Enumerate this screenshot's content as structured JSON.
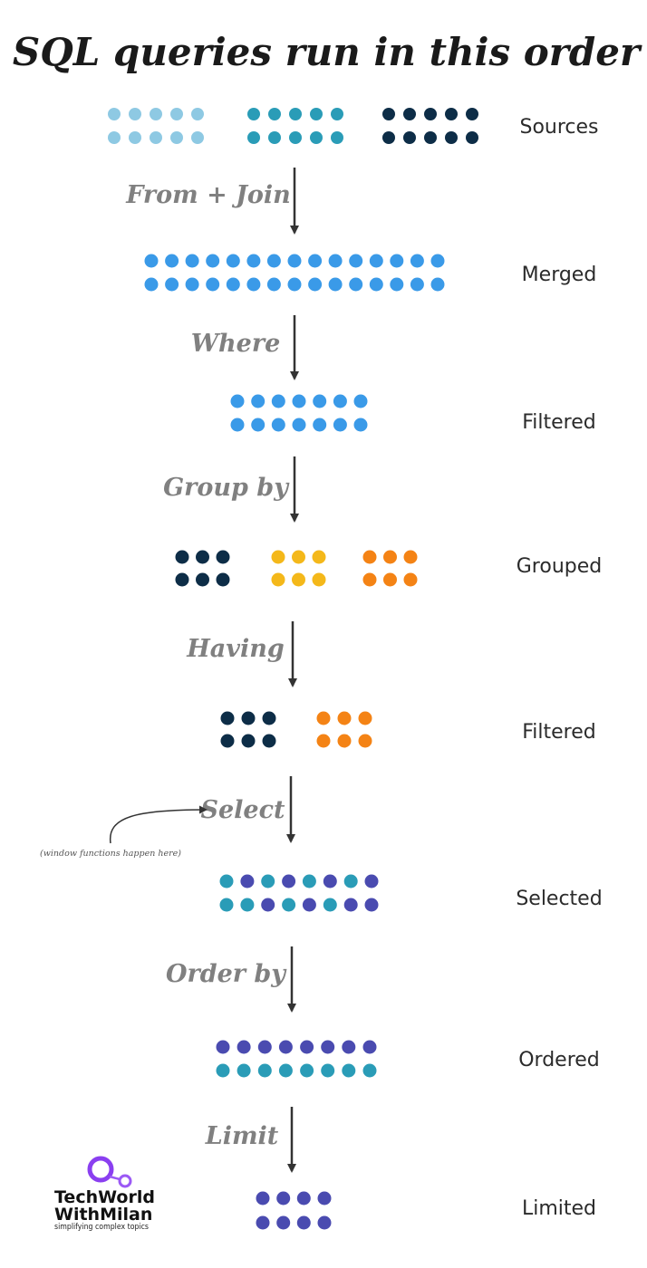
{
  "title": "SQL queries run in this order",
  "colors": {
    "light_blue": "#8ec9e3",
    "teal": "#2a9cb7",
    "navy": "#0d2d47",
    "blue": "#3a9ae8",
    "yellow": "#f4b81a",
    "orange": "#f48315",
    "indigo": "#4a4bb0",
    "arrow": "#333333"
  },
  "stages": [
    {
      "label": "Sources",
      "groups": [
        {
          "rows": [
            [
              "light_blue",
              "light_blue",
              "light_blue",
              "light_blue",
              "light_blue"
            ],
            [
              "light_blue",
              "light_blue",
              "light_blue",
              "light_blue",
              "light_blue"
            ]
          ]
        },
        {
          "rows": [
            [
              "teal",
              "teal",
              "teal",
              "teal",
              "teal"
            ],
            [
              "teal",
              "teal",
              "teal",
              "teal",
              "teal"
            ]
          ]
        },
        {
          "rows": [
            [
              "navy",
              "navy",
              "navy",
              "navy",
              "navy"
            ],
            [
              "navy",
              "navy",
              "navy",
              "navy",
              "navy"
            ]
          ]
        }
      ]
    },
    {
      "label": "Merged",
      "groups": [
        {
          "rows": [
            [
              "blue",
              "blue",
              "blue",
              "blue",
              "blue",
              "blue",
              "blue",
              "blue",
              "blue",
              "blue",
              "blue",
              "blue",
              "blue",
              "blue",
              "blue"
            ],
            [
              "blue",
              "blue",
              "blue",
              "blue",
              "blue",
              "blue",
              "blue",
              "blue",
              "blue",
              "blue",
              "blue",
              "blue",
              "blue",
              "blue",
              "blue"
            ]
          ]
        }
      ]
    },
    {
      "label": "Filtered",
      "groups": [
        {
          "rows": [
            [
              "blue",
              "blue",
              "blue",
              "blue",
              "blue",
              "blue",
              "blue"
            ],
            [
              "blue",
              "blue",
              "blue",
              "blue",
              "blue",
              "blue",
              "blue"
            ]
          ]
        }
      ]
    },
    {
      "label": "Grouped",
      "groups": [
        {
          "rows": [
            [
              "navy",
              "navy",
              "navy"
            ],
            [
              "navy",
              "navy",
              "navy"
            ]
          ]
        },
        {
          "rows": [
            [
              "yellow",
              "yellow",
              "yellow"
            ],
            [
              "yellow",
              "yellow",
              "yellow"
            ]
          ]
        },
        {
          "rows": [
            [
              "orange",
              "orange",
              "orange"
            ],
            [
              "orange",
              "orange",
              "orange"
            ]
          ]
        }
      ]
    },
    {
      "label": "Filtered",
      "groups": [
        {
          "rows": [
            [
              "navy",
              "navy",
              "navy"
            ],
            [
              "navy",
              "navy",
              "navy"
            ]
          ]
        },
        {
          "rows": [
            [
              "orange",
              "orange",
              "orange"
            ],
            [
              "orange",
              "orange",
              "orange"
            ]
          ]
        }
      ]
    },
    {
      "label": "Selected",
      "groups": [
        {
          "rows": [
            [
              "teal",
              "indigo",
              "teal",
              "indigo",
              "teal",
              "indigo",
              "teal",
              "indigo"
            ],
            [
              "teal",
              "teal",
              "indigo",
              "teal",
              "indigo",
              "teal",
              "indigo",
              "indigo"
            ]
          ]
        }
      ]
    },
    {
      "label": "Ordered",
      "groups": [
        {
          "rows": [
            [
              "indigo",
              "indigo",
              "indigo",
              "indigo",
              "indigo",
              "indigo",
              "indigo",
              "indigo"
            ],
            [
              "teal",
              "teal",
              "teal",
              "teal",
              "teal",
              "teal",
              "teal",
              "teal"
            ]
          ]
        }
      ]
    },
    {
      "label": "Limited",
      "groups": [
        {
          "rows": [
            [
              "indigo",
              "indigo",
              "indigo",
              "indigo"
            ],
            [
              "indigo",
              "indigo",
              "indigo",
              "indigo"
            ]
          ]
        }
      ]
    }
  ],
  "steps": [
    {
      "label": "From + Join"
    },
    {
      "label": "Where"
    },
    {
      "label": "Group by"
    },
    {
      "label": "Having"
    },
    {
      "label": "Select",
      "note": "(window functions happen here)"
    },
    {
      "label": "Order by"
    },
    {
      "label": "Limit"
    }
  ],
  "logo": {
    "line1": "TechWorld",
    "line2": "WithMilan",
    "tagline": "simplifying complex topics",
    "ring_color": "#8a3ff0"
  }
}
